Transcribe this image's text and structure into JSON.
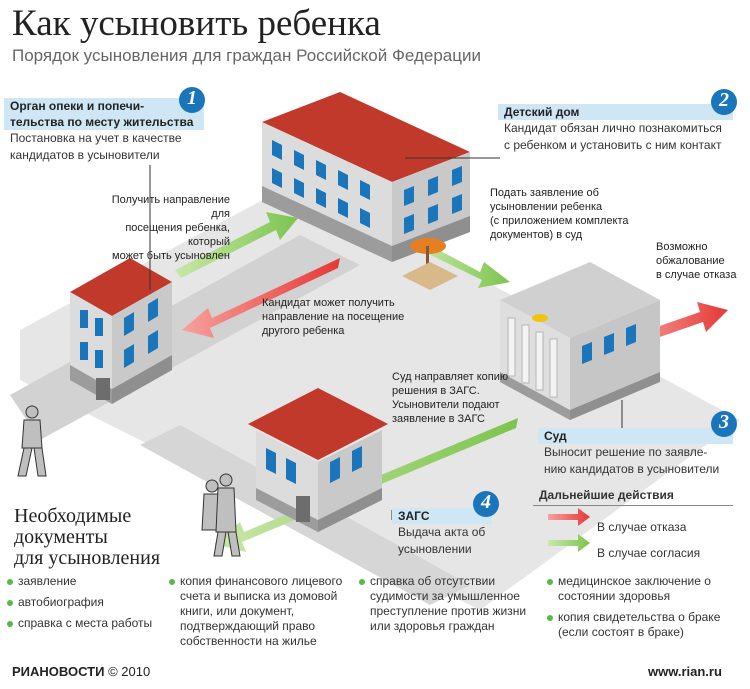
{
  "title": "Как усыновить ребенка",
  "subtitle": "Порядок усыновления для граждан Российской Федерации",
  "steps": [
    {
      "num": "1",
      "title": "Орган опеки и попечи-",
      "title2": "тельства по месту жительства",
      "text": [
        "Постановка на учет в качестве",
        "кандидатов в усыновители"
      ]
    },
    {
      "num": "2",
      "title": "Детский дом",
      "text": [
        "Кандидат обязан лично познакомиться",
        "с ребенком и установить с ним контакт"
      ]
    },
    {
      "num": "3",
      "title": "Суд",
      "text": [
        "Выносит решение по заявле-",
        "нию кандидатов в усыновители"
      ]
    },
    {
      "num": "4",
      "title": "ЗАГС",
      "text": [
        "Выдача акта об",
        "усыновлении"
      ]
    }
  ],
  "notes": {
    "referral": [
      "Получить направление для",
      "посещения ребенка, который",
      "может быть усыновлен"
    ],
    "other_child": [
      "Кандидат может получить",
      "направление на посещение",
      "другого ребенка"
    ],
    "application": [
      "Подать заявление об",
      "усыновлении ребенка",
      "(с приложением комплекта",
      "документов) в суд"
    ],
    "appeal": [
      "Возможно",
      "обжалование",
      "в случае отказа"
    ],
    "court_copy": [
      "Суд направляет копию",
      "решения в ЗАГС.",
      "Усыновители подают",
      "заявление в ЗАГС"
    ]
  },
  "legend": {
    "title": "Дальнейшие действия",
    "refusal": "В случае отказа",
    "consent": "В случае согласия"
  },
  "documents": {
    "title": [
      "Необходимые",
      "документы",
      "для усыновления"
    ],
    "col1": [
      "заявление",
      "автобиография",
      "справка с места работы"
    ],
    "col2": [
      "копия финансового лицевого счета и выписка из домовой книги, или документ, подтверждающий право собственности на жилье"
    ],
    "col3": [
      "справка об отсутствии судимости за умышленное преступление против жизни или здоровья граждан"
    ],
    "col4": [
      "медицинское заключение о состоянии здоровья",
      "копия свидетельства о браке (если состоят в браке)"
    ]
  },
  "footer": {
    "brand_bold": "РИАНОВОСТИ",
    "copyright": "© 2010",
    "url": "www.rian.ru"
  },
  "colors": {
    "arrow_refusal": "#e53935",
    "arrow_consent": "#7cc44e",
    "step_header": "#cfe7f5",
    "step_badge": "#1b75bb",
    "bullet": "#5bb848"
  }
}
